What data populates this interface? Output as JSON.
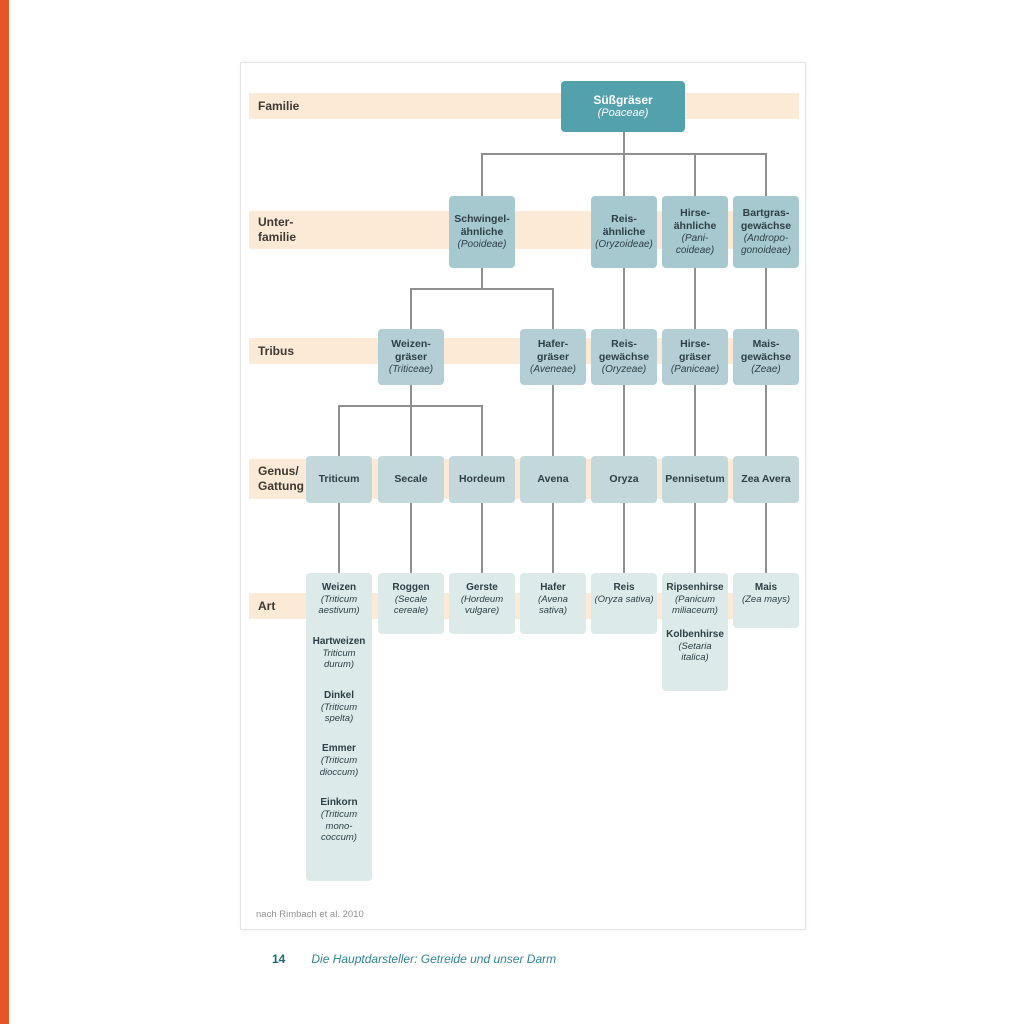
{
  "row_labels": {
    "familie": "Familie",
    "unterfamilie_line1": "Unter-",
    "unterfamilie_line2": "familie",
    "tribus": "Tribus",
    "genus_line1": "Genus/",
    "genus_line2": "Gattung",
    "art": "Art"
  },
  "tree": {
    "familie": {
      "name": "Süßgräser",
      "latin": "(Poaceae)"
    },
    "unterfamilien": [
      {
        "name": "Schwingel-ähnliche",
        "latin": "(Pooideae)"
      },
      {
        "name": "Reis-ähnliche",
        "latin": "(Oryzoideae)"
      },
      {
        "name": "Hirse-ähnliche",
        "latin": "(Pani-coideae)"
      },
      {
        "name": "Bartgras-gewächse",
        "latin": "(Andropo-gonoideae)"
      }
    ],
    "tribus": [
      {
        "name": "Weizen-gräser",
        "latin": "(Triticeae)"
      },
      {
        "name": "Hafer-gräser",
        "latin": "(Aveneae)"
      },
      {
        "name": "Reis-gewächse",
        "latin": "(Oryzeae)"
      },
      {
        "name": "Hirse-gräser",
        "latin": "(Paniceae)"
      },
      {
        "name": "Mais-gewächse",
        "latin": "(Zeae)"
      }
    ],
    "gattungen": [
      "Triticum",
      "Secale",
      "Hordeum",
      "Avena",
      "Oryza",
      "Pennisetum",
      "Zea Avera"
    ],
    "arten": [
      {
        "species": [
          {
            "name": "Weizen",
            "latin": "(Triticum aestivum)"
          },
          {
            "name": "Hartweizen",
            "latin": "Triticum durum)"
          },
          {
            "name": "Dinkel",
            "latin": "(Triticum spelta)"
          },
          {
            "name": "Emmer",
            "latin": "(Triticum dioccum)"
          },
          {
            "name": "Einkorn",
            "latin": "(Triticum mono-coccum)"
          }
        ]
      },
      {
        "species": [
          {
            "name": "Roggen",
            "latin": "(Secale cereale)"
          }
        ]
      },
      {
        "species": [
          {
            "name": "Gerste",
            "latin": "(Hordeum vulgare)"
          }
        ]
      },
      {
        "species": [
          {
            "name": "Hafer",
            "latin": "(Avena sativa)"
          }
        ]
      },
      {
        "species": [
          {
            "name": "Reis",
            "latin": "(Oryza sativa)"
          }
        ]
      },
      {
        "species": [
          {
            "name": "Ripsenhirse",
            "latin": "(Panicum miliaceum)"
          },
          {
            "name": "Kolbenhirse",
            "latin": "(Setaria italica)"
          }
        ]
      },
      {
        "species": [
          {
            "name": "Mais",
            "latin": "(Zea mays)"
          }
        ]
      }
    ]
  },
  "document": {
    "source_note": "nach Rimbach et al. 2010",
    "footer": {
      "page_number": "14",
      "running_title": "Die Hauptdarsteller: Getreide und unser Darm"
    }
  },
  "colors": {
    "accent_stripe": "#e45527",
    "row_band": "#fcead7",
    "family_box": "#53a1ad",
    "subfamily_box": "#a6c8cf",
    "tribus_box": "#b3cfd5",
    "genus_box": "#c3d8db",
    "art_box": "#dcebea",
    "connector_line": "#8f8f8f",
    "footer_teal": "#2e8696"
  }
}
